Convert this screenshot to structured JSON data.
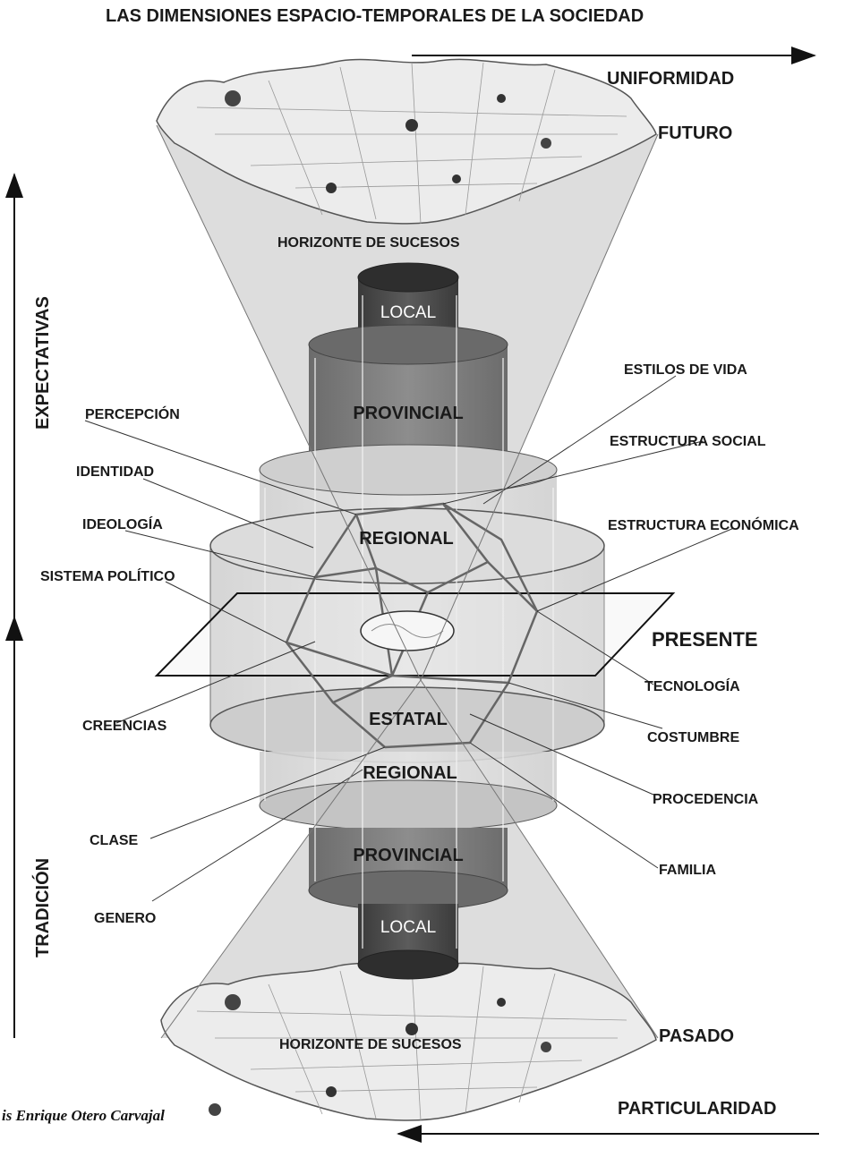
{
  "title": "LAS DIMENSIONES ESPACIO-TEMPORALES DE LA SOCIEDAD",
  "axis": {
    "top_right": "UNIFORMIDAD",
    "bottom_right": "PARTICULARIDAD",
    "left_up": "EXPECTATIVAS",
    "left_down": "TRADICIÓN"
  },
  "time": {
    "future": "FUTURO",
    "present": "PRESENTE",
    "past": "PASADO"
  },
  "horizon": {
    "top": "HORIZONTE DE SUCESOS",
    "bottom": "HORIZONTE DE SUCESOS"
  },
  "levels": {
    "local_top": "LOCAL",
    "provincial_top": "PROVINCIAL",
    "regional_top": "REGIONAL",
    "estatal": "ESTATAL",
    "regional_bottom": "REGIONAL",
    "provincial_bottom": "PROVINCIAL",
    "local_bottom": "LOCAL"
  },
  "left_labels": {
    "percepcion": "PERCEPCIÓN",
    "identidad": "IDENTIDAD",
    "ideologia": "IDEOLOGÍA",
    "sistema_politico": "SISTEMA POLÍTICO",
    "creencias": "CREENCIAS",
    "clase": "CLASE",
    "genero": "GENERO"
  },
  "right_labels": {
    "estilos_de_vida": "ESTILOS DE VIDA",
    "estructura_social": "ESTRUCTURA SOCIAL",
    "estructura_economica": "ESTRUCTURA ECONÓMICA",
    "tecnologia": "TECNOLOGÍA",
    "costumbre": "COSTUMBRE",
    "procedencia": "PROCEDENCIA",
    "familia": "FAMILIA"
  },
  "credit": "is Enrique Otero Carvajal",
  "colors": {
    "cone": "#c9c9c9",
    "cylinder_dark": "#4a4a4a",
    "cylinder_mid": "#7a7a7a",
    "cylinder_light": "#d6d6d6",
    "lattice": "#666666"
  }
}
